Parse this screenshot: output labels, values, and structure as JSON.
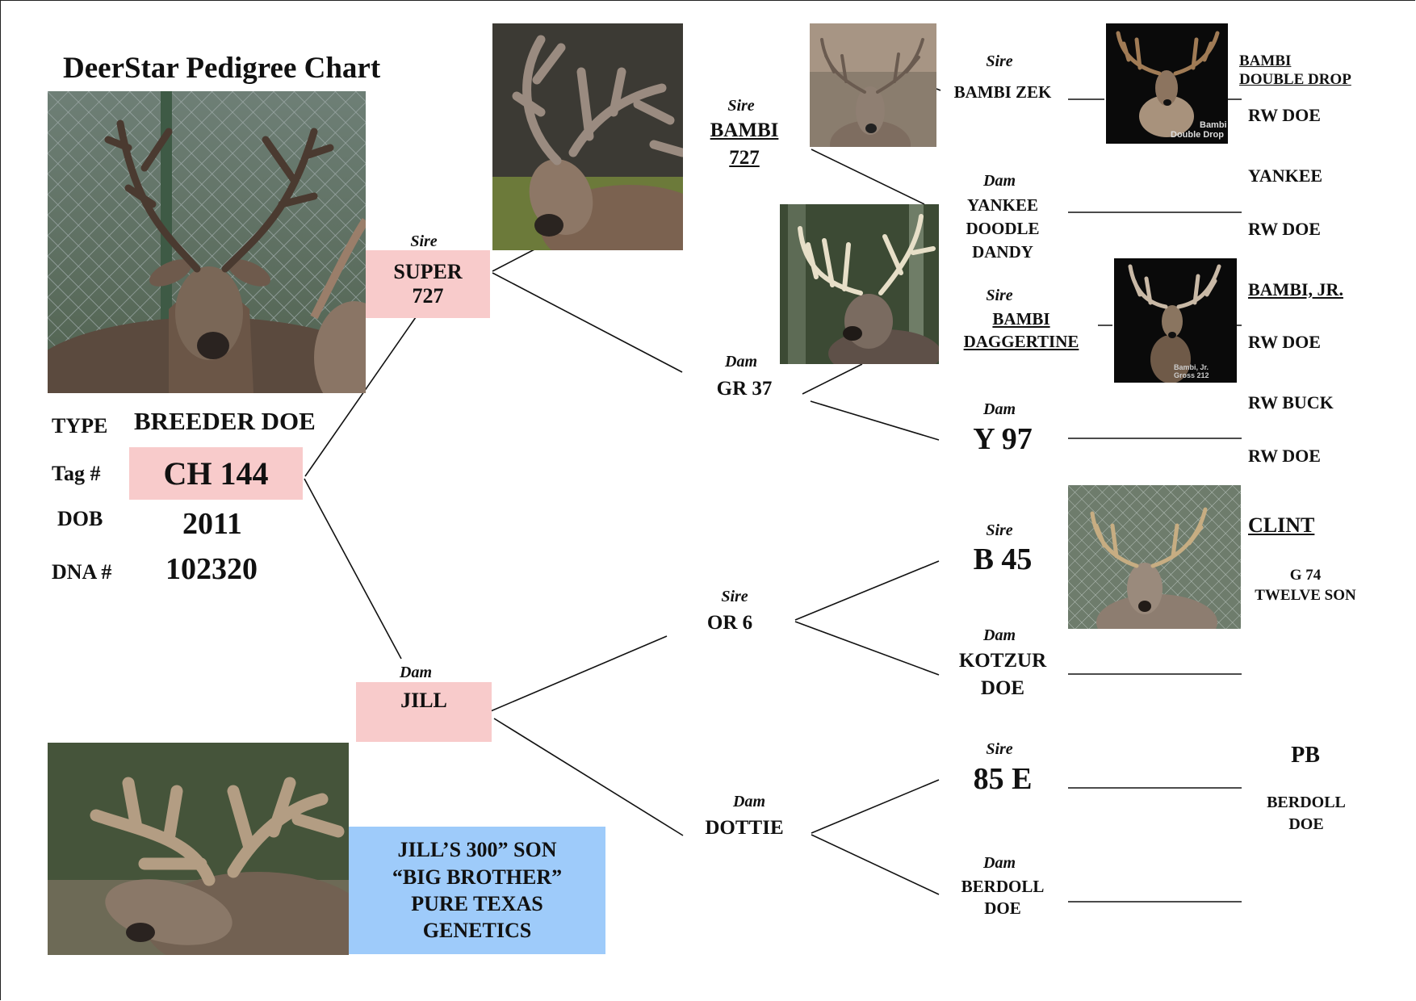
{
  "title": "DeerStar Pedigree Chart",
  "subject": {
    "type_label": "TYPE",
    "type_value": "BREEDER DOE",
    "tag_label": "Tag #",
    "tag_value": "CH 144",
    "dob_label": "DOB",
    "dob_value": "2011",
    "dna_label": "DNA #",
    "dna_value": "102320"
  },
  "labels": {
    "sire": "Sire",
    "dam": "Dam"
  },
  "gen1": {
    "sire": {
      "line1": "SUPER",
      "line2": "727"
    },
    "dam": {
      "name": "JILL"
    }
  },
  "gen2": {
    "sire_sire": {
      "line1": "BAMBI",
      "line2": "727"
    },
    "sire_dam": {
      "name": "GR 37"
    },
    "dam_sire": {
      "name": "OR 6"
    },
    "dam_dam": {
      "name": "DOTTIE"
    }
  },
  "gen3": {
    "g1": {
      "name": "BAMBI ZEK"
    },
    "g2": {
      "line1": "YANKEE",
      "line2": "DOODLE",
      "line3": "DANDY"
    },
    "g3": {
      "line1": "BAMBI",
      "line2": "DAGGERTINE"
    },
    "g4": {
      "name": "Y 97"
    },
    "g5": {
      "name": "B 45"
    },
    "g6": {
      "line1": "KOTZUR",
      "line2": "DOE"
    },
    "g7": {
      "name": "85 E"
    },
    "g8": {
      "line1": "BERDOLL",
      "line2": "DOE"
    }
  },
  "gen4": {
    "bambi_double_drop_l1": "BAMBI",
    "bambi_double_drop_l2": "DOUBLE DROP",
    "rw_doe_1": "RW DOE",
    "yankee": "YANKEE",
    "rw_doe_2": "RW DOE",
    "bambi_jr": "BAMBI, JR.",
    "rw_doe_3": "RW DOE",
    "rw_buck": "RW BUCK",
    "rw_doe_4": "RW DOE",
    "clint": "CLINT",
    "g74_l1": "G 74",
    "g74_l2": "TWELVE SON",
    "pb": "PB",
    "berdoll_l1": "BERDOLL",
    "berdoll_l2": "DOE"
  },
  "photo_captions": {
    "double_drop_l1": "Bambi",
    "double_drop_l2": "Double Drop",
    "bambi_jr_l1": "Bambi, Jr.",
    "bambi_jr_l2": "Gross 212"
  },
  "promo": {
    "line1": "JILL’S 300” SON",
    "line2": "“BIG BROTHER”",
    "line3": "PURE TEXAS",
    "line4": "GENETICS"
  },
  "colors": {
    "pink_box": "#f8cbcb",
    "blue_box": "#9ecbfa"
  }
}
